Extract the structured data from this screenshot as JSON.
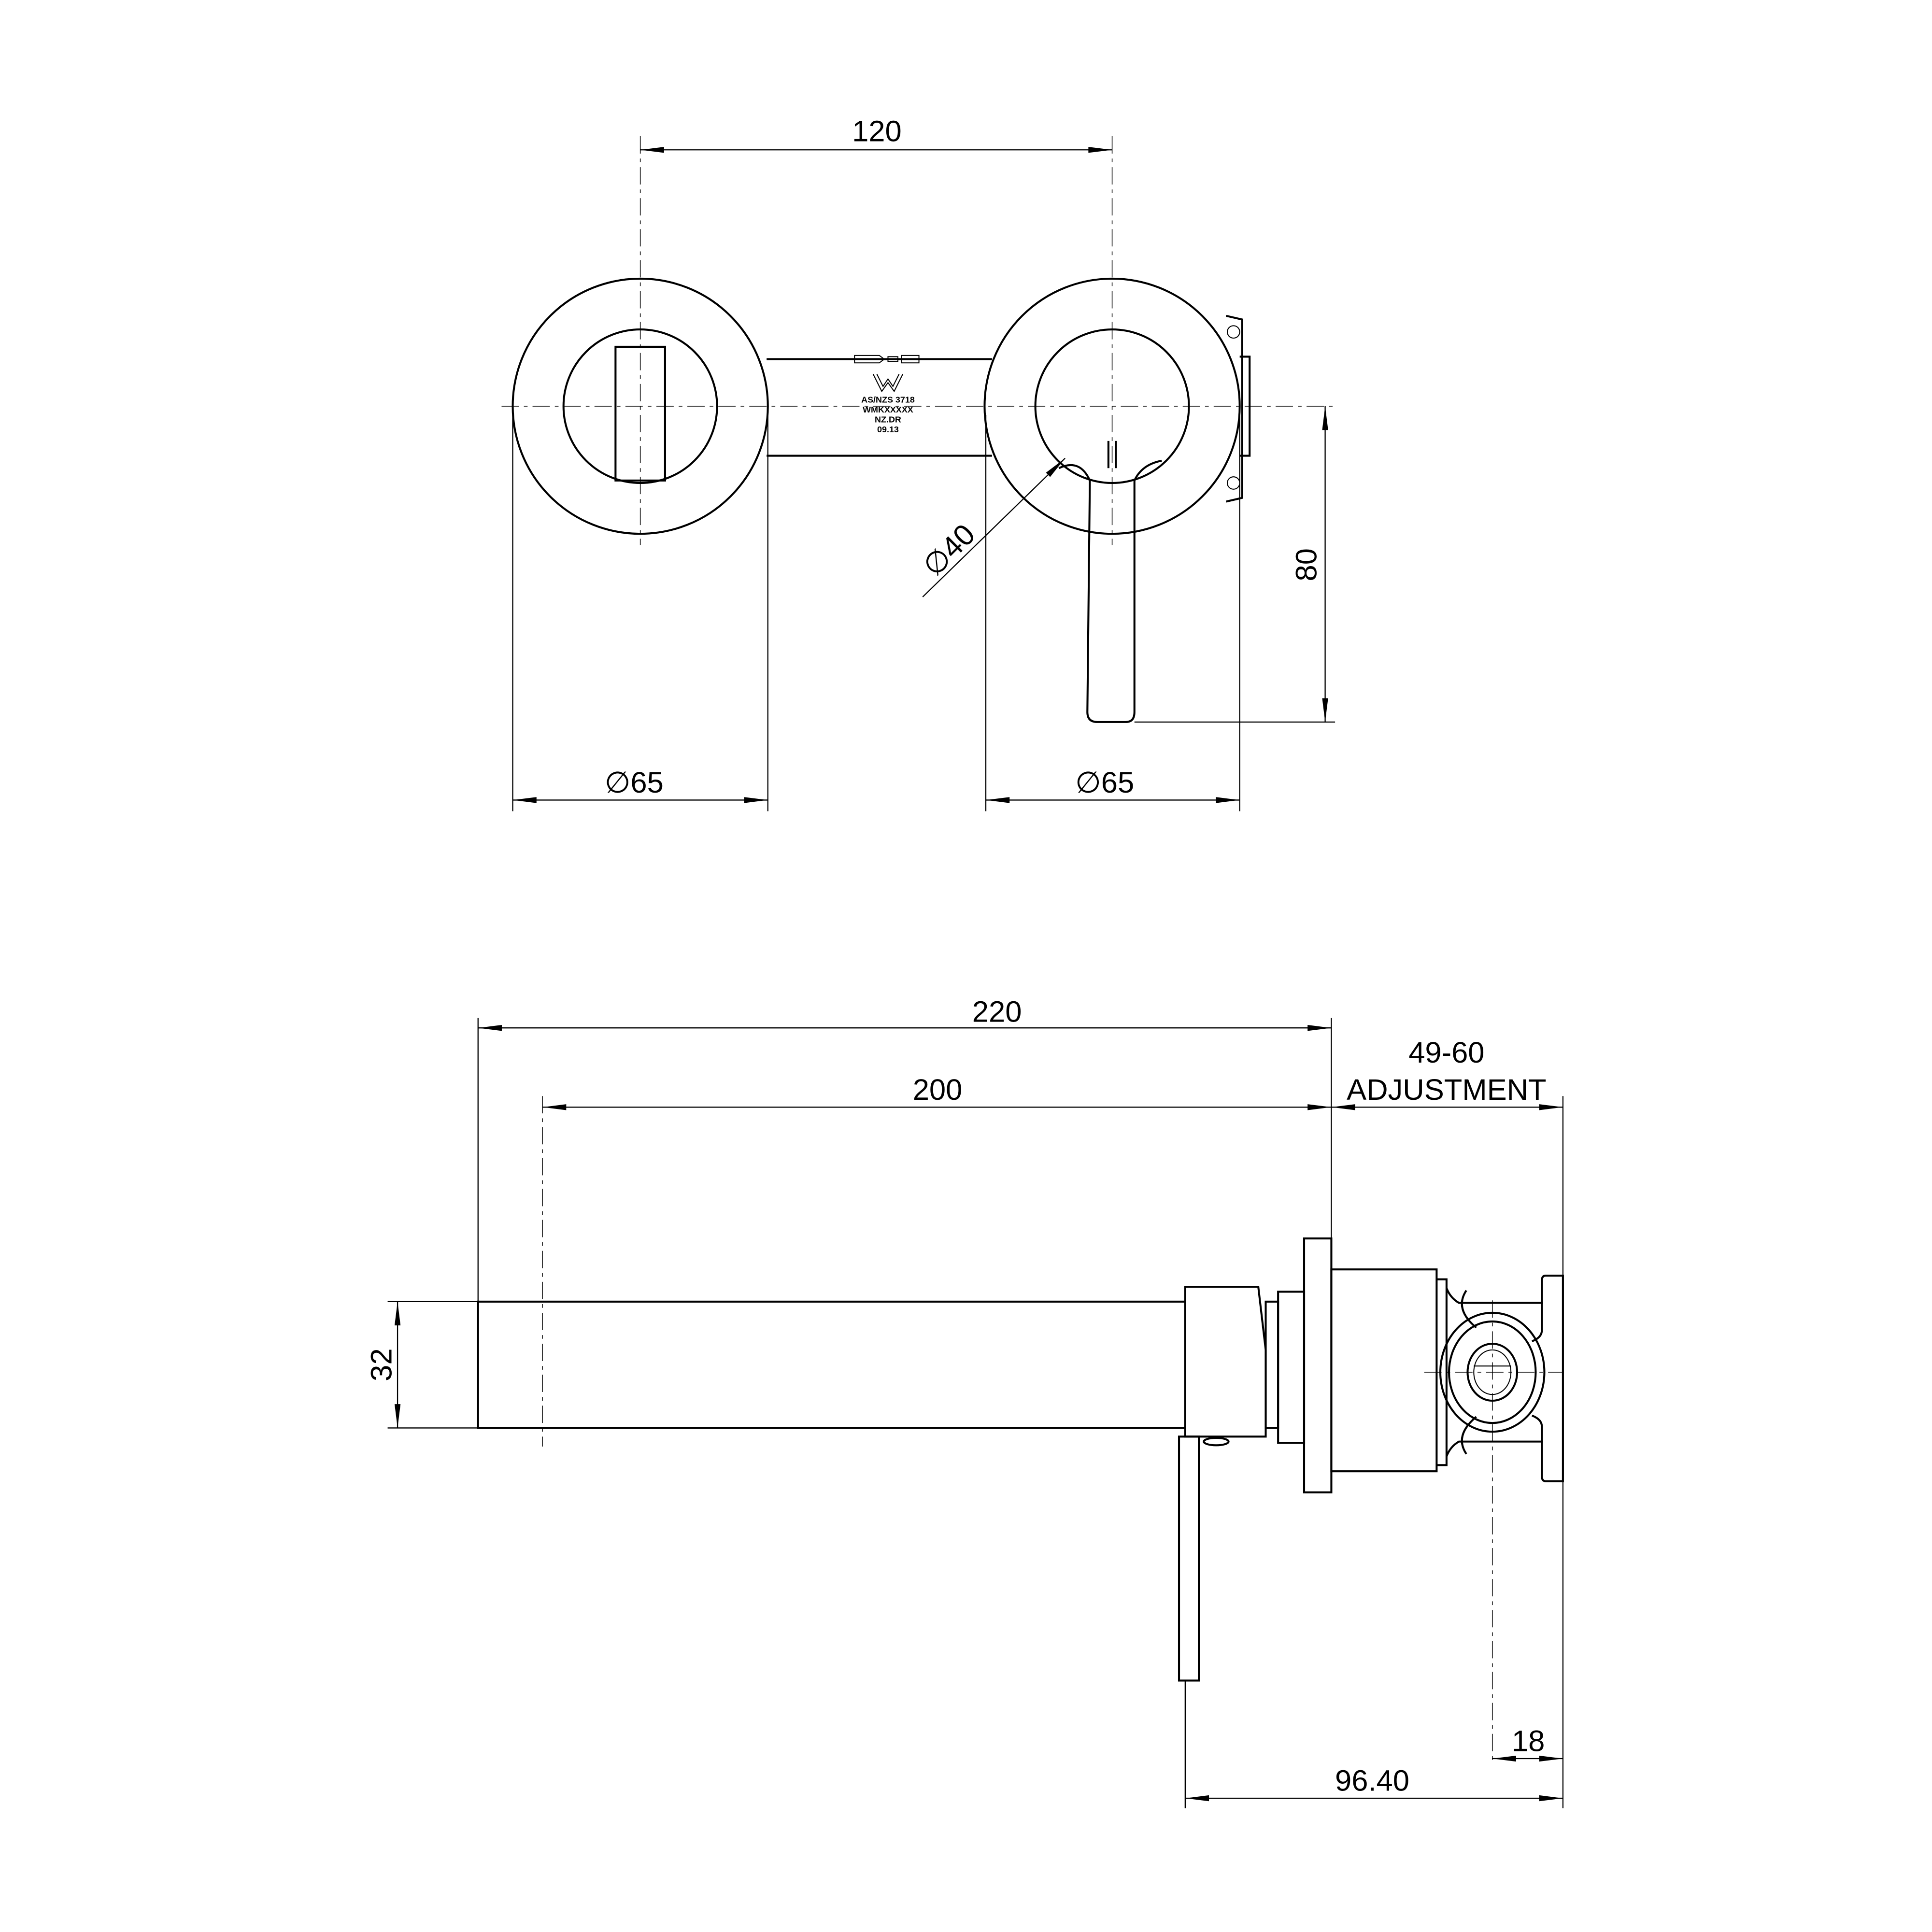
{
  "front_view": {
    "dim_centers": "120",
    "dim_left_plate": "∅65",
    "dim_right_plate": "∅65",
    "dim_handle_drop": "80",
    "dim_handle_dia": "∅40",
    "watermark": {
      "line1": "AS/NZS 3718",
      "line2": "WMKXXXXX",
      "line3": "NZ.DR",
      "line4": "09.13"
    }
  },
  "side_view": {
    "dim_overall": "220",
    "dim_spout": "200",
    "dim_adjust_value": "49-60",
    "dim_adjust_label": "ADJUSTMENT",
    "dim_spout_height": "32",
    "dim_body_offset": "18",
    "dim_body_depth": "96.40"
  }
}
